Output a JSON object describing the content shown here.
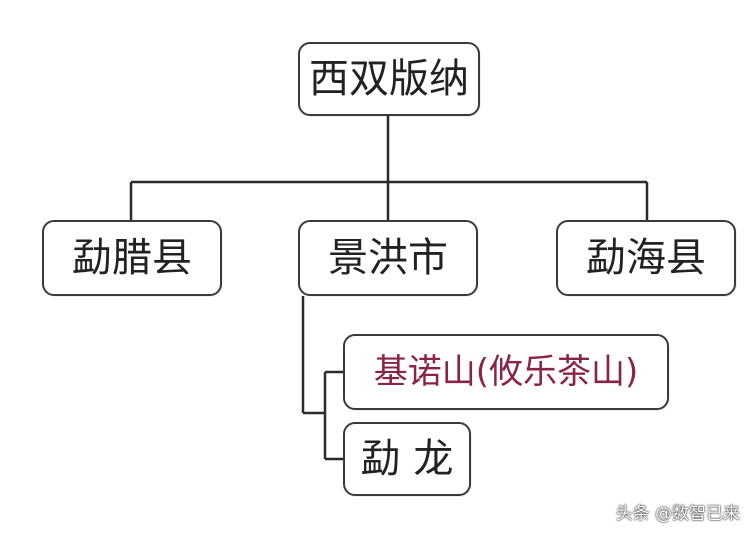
{
  "diagram": {
    "root": {
      "label": "西双版纳"
    },
    "level1": [
      {
        "label": "勐腊县"
      },
      {
        "label": "景洪市"
      },
      {
        "label": "勐海县"
      }
    ],
    "jinghong_children": [
      {
        "label": "基诺山(攸乐茶山)",
        "color": "#8b2346"
      },
      {
        "label": "勐 龙",
        "color": "#222222"
      }
    ]
  },
  "colors": {
    "line": "#2b2b2b",
    "border": "#3a3a3a",
    "text": "#222222",
    "highlight_text": "#8b2346"
  },
  "watermark": "头条 @数智已来"
}
